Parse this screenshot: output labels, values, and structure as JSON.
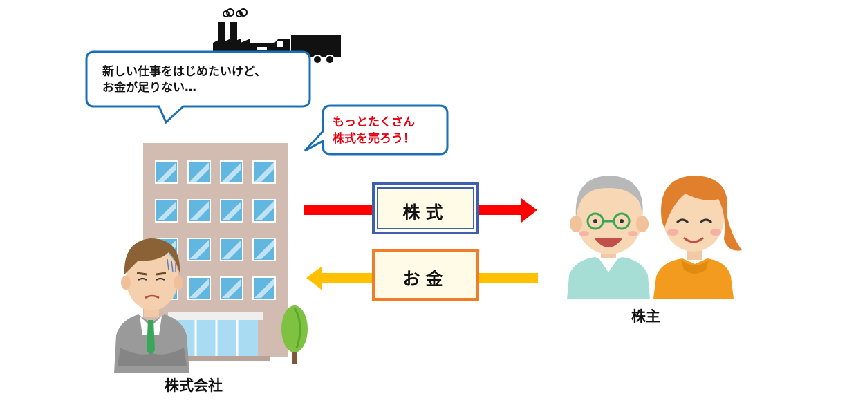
{
  "company_bubble": {
    "line1": "新しい仕事をはじめたいけど、",
    "line2": "お金が足りない…"
  },
  "idea_bubble": {
    "line1": "もっとたくさん",
    "line2": "株式を売ろう！"
  },
  "stock_box": {
    "label": "株式"
  },
  "money_box": {
    "label": "お金"
  },
  "labels": {
    "company": "株式会社",
    "shareholders": "株主"
  },
  "colors": {
    "bubble_border": "#1a6fb5",
    "stock_arrow": "#ff0000",
    "money_arrow": "#ffc000",
    "stock_box_border": "#3e5fae",
    "money_box_border": "#f07d2a",
    "box_fill": "#fffbe6",
    "building": "#d2bcb1",
    "window": "#62b7e0"
  },
  "icons": [
    "factory-icon",
    "truck-icon",
    "building-icon",
    "tree-icon",
    "businessman-icon",
    "senior-man-icon",
    "woman-icon"
  ]
}
